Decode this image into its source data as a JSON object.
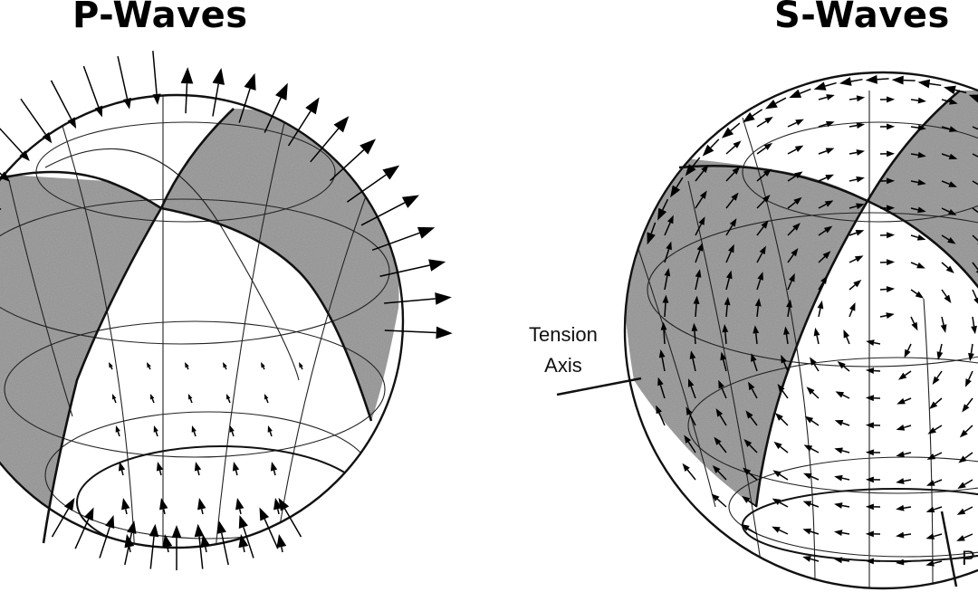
{
  "panels": {
    "p_waves": {
      "title": "P-Waves"
    },
    "s_waves": {
      "title": "S-Waves"
    }
  },
  "annotations": {
    "tension_axis": {
      "line1": "Tension",
      "line2": "Axis"
    },
    "pressure_axis_partial": "P"
  },
  "colors": {
    "compressional_quadrant": "#8e8e8e",
    "dilatational_quadrant": "#ffffff",
    "outline": "#111111",
    "arrow": "#000000"
  }
}
